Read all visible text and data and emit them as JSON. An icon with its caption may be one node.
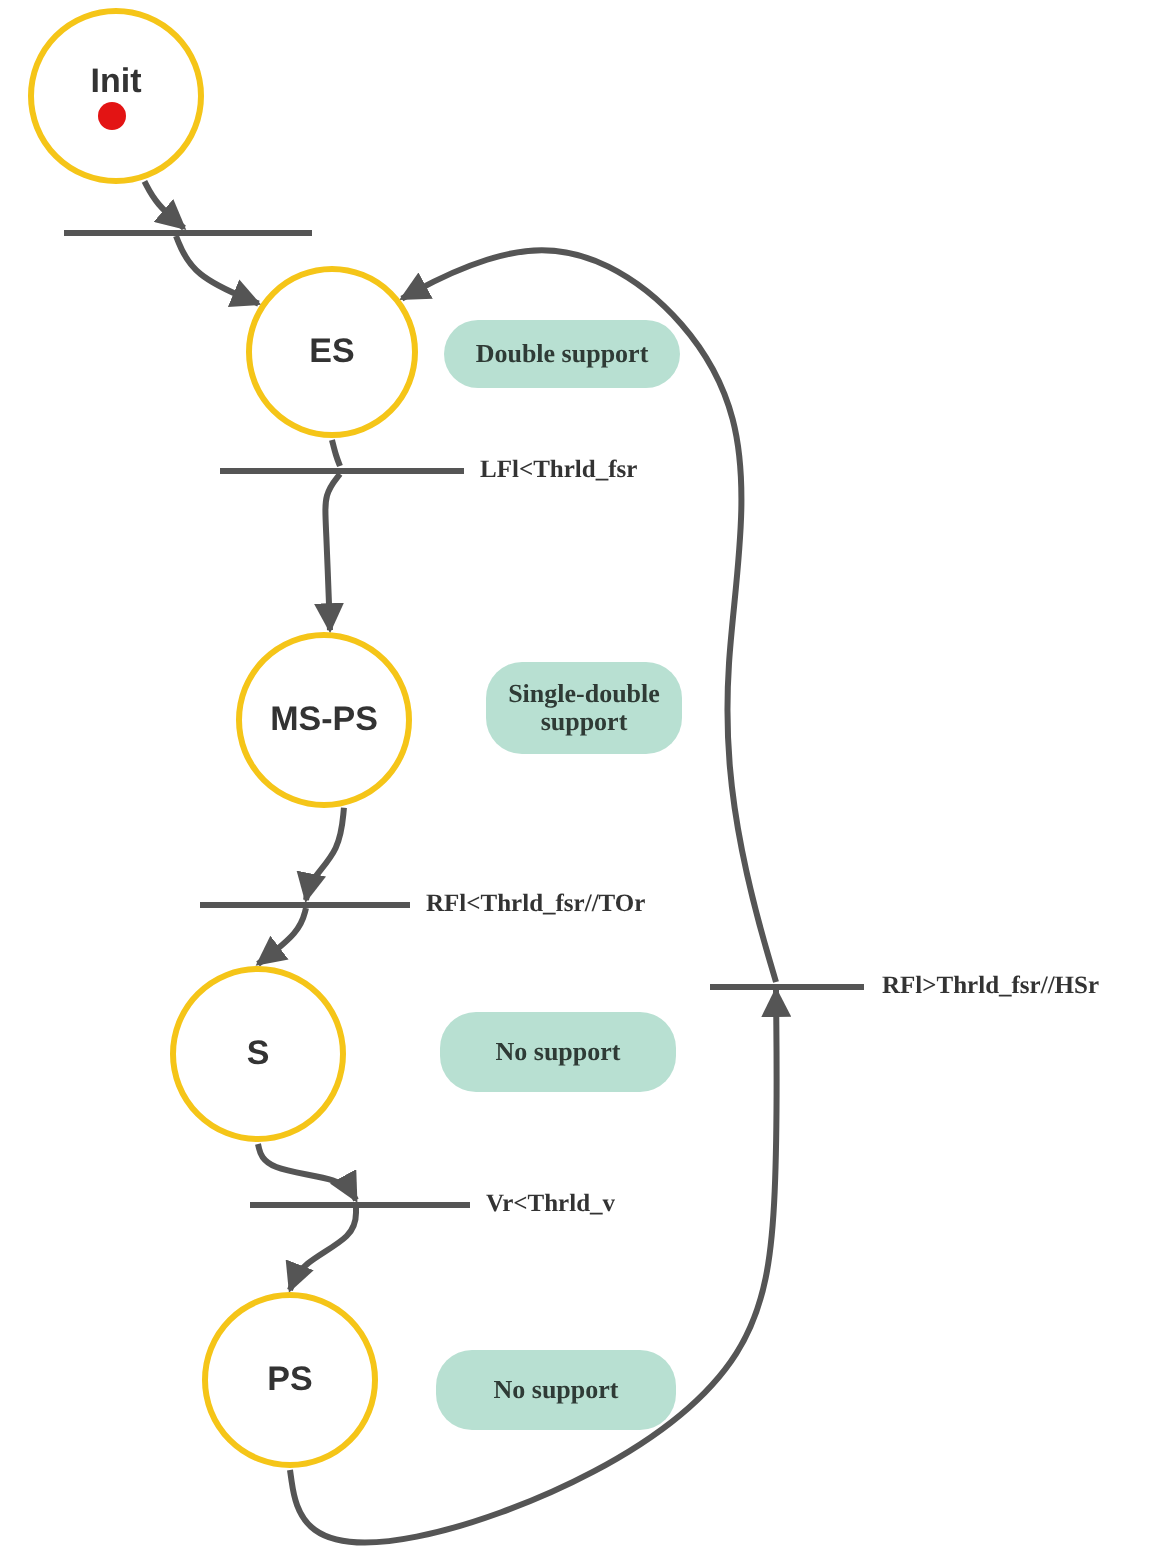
{
  "diagram": {
    "nodes": [
      {
        "text": [
          "Init"
        ]
      },
      {
        "text": [],
        "shape": "bar"
      },
      {
        "text": [
          "ES"
        ]
      },
      {
        "text": [
          "Double support"
        ]
      },
      {
        "text": [],
        "shape": "bar",
        "beside": [
          "LFl<Thrld_fsr"
        ]
      },
      {
        "text": [
          "MS-PS"
        ]
      },
      {
        "text": [
          "Single-double support"
        ]
      },
      {
        "text": [],
        "shape": "bar",
        "beside": [
          "RFl<Thrld_fsr//TOr"
        ]
      },
      {
        "text": [
          "S"
        ]
      },
      {
        "text": [
          "No support"
        ]
      },
      {
        "text": [],
        "shape": "bar",
        "beside": [
          "Vr<Thrld_v"
        ]
      },
      {
        "text": [
          "PS"
        ]
      },
      {
        "text": [
          "No support"
        ]
      },
      {
        "text": [],
        "shape": "bar",
        "beside": [
          "RFl>Thrld_fsr//HSr"
        ]
      }
    ],
    "edges": [
      {
        "from": 0,
        "to": 1,
        "arrow": "to"
      },
      {
        "from": 1,
        "to": 2,
        "arrow": "to"
      },
      {
        "from": 2,
        "to": 4,
        "arrow": "none"
      },
      {
        "from": 4,
        "to": 5,
        "arrow": "to"
      },
      {
        "from": 5,
        "to": 7,
        "arrow": "to"
      },
      {
        "from": 7,
        "to": 8,
        "arrow": "to"
      },
      {
        "from": 8,
        "to": 10,
        "arrow": "to"
      },
      {
        "from": 10,
        "to": 11,
        "arrow": "to"
      },
      {
        "from": 11,
        "to": 13,
        "arrow": "to"
      },
      {
        "from": 13,
        "to": 2,
        "arrow": "to"
      }
    ]
  }
}
